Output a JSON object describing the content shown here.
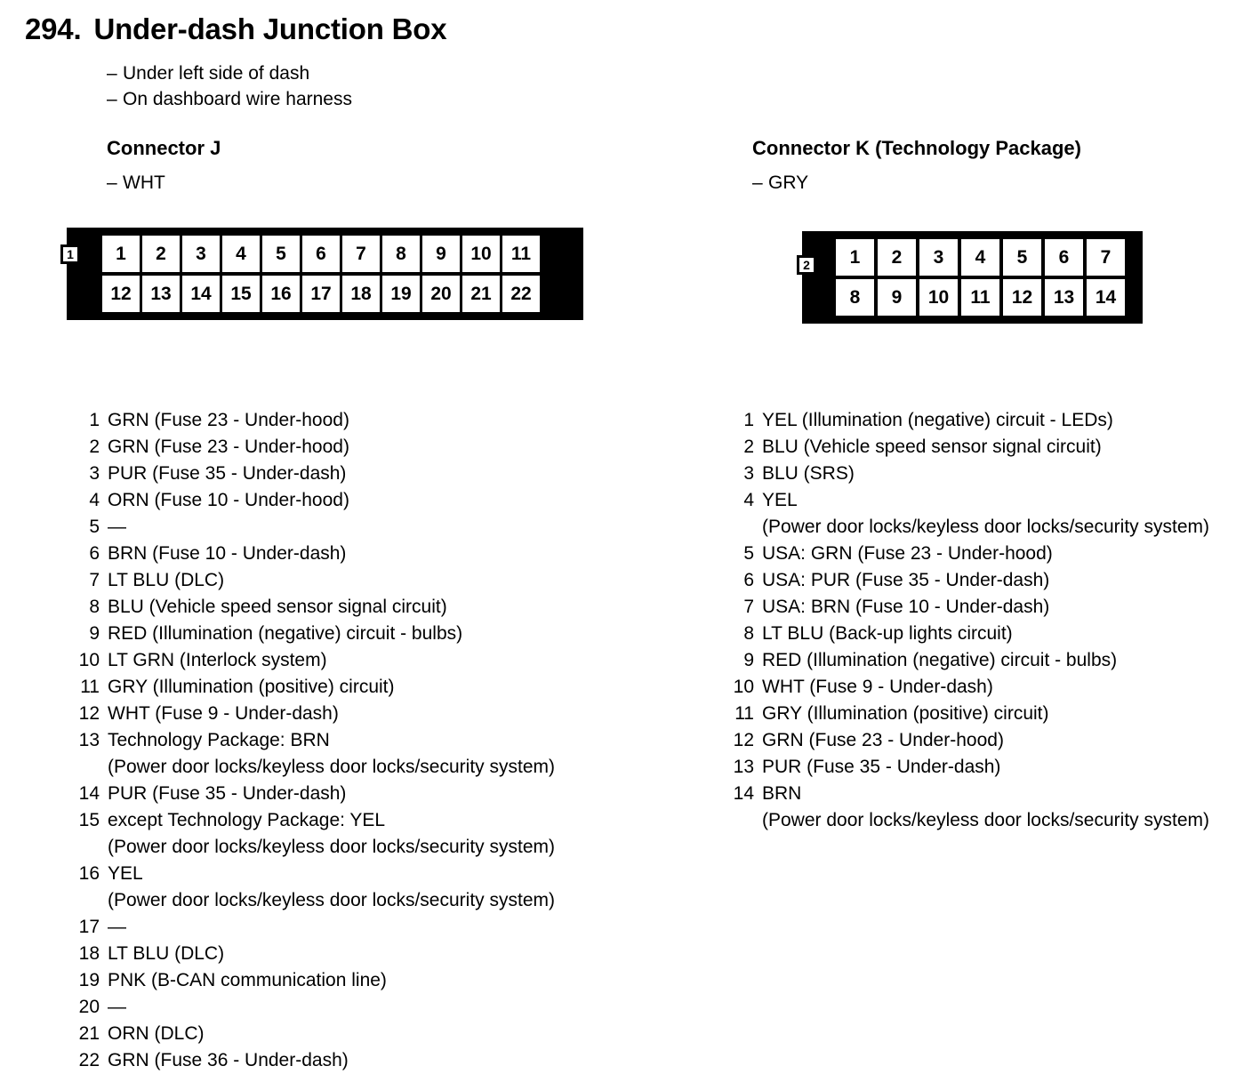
{
  "title": {
    "number": "294.",
    "text": "Under-dash Junction Box"
  },
  "locations": [
    "Under left side of dash",
    "On dashboard wire harness"
  ],
  "connectors": [
    {
      "id": "J",
      "heading": "Connector J",
      "color_code": "WHT",
      "marker": "1",
      "rows": [
        [
          "1",
          "2",
          "3",
          "4",
          "5",
          "6",
          "7",
          "8",
          "9",
          "10",
          "11"
        ],
        [
          "12",
          "13",
          "14",
          "15",
          "16",
          "17",
          "18",
          "19",
          "20",
          "21",
          "22"
        ]
      ],
      "pins": [
        {
          "num": "1",
          "main": "GRN (Fuse 23 - Under-hood)",
          "cont": ""
        },
        {
          "num": "2",
          "main": "GRN (Fuse 23 - Under-hood)",
          "cont": ""
        },
        {
          "num": "3",
          "main": "PUR (Fuse 35 - Under-dash)",
          "cont": ""
        },
        {
          "num": "4",
          "main": "ORN (Fuse 10 - Under-hood)",
          "cont": ""
        },
        {
          "num": "5",
          "main": "—",
          "cont": ""
        },
        {
          "num": "6",
          "main": "BRN (Fuse 10 - Under-dash)",
          "cont": ""
        },
        {
          "num": "7",
          "main": "LT BLU (DLC)",
          "cont": ""
        },
        {
          "num": "8",
          "main": "BLU (Vehicle speed sensor signal circuit)",
          "cont": ""
        },
        {
          "num": "9",
          "main": "RED (Illumination (negative) circuit - bulbs)",
          "cont": ""
        },
        {
          "num": "10",
          "main": "LT GRN (Interlock system)",
          "cont": ""
        },
        {
          "num": "11",
          "main": "GRY (Illumination (positive) circuit)",
          "cont": ""
        },
        {
          "num": "12",
          "main": "WHT (Fuse 9 - Under-dash)",
          "cont": ""
        },
        {
          "num": "13",
          "main": "Technology Package: BRN",
          "cont": "(Power door locks/keyless door locks/security system)"
        },
        {
          "num": "14",
          "main": "PUR (Fuse 35 - Under-dash)",
          "cont": ""
        },
        {
          "num": "15",
          "main": "except Technology Package: YEL",
          "cont": "(Power door locks/keyless door locks/security system)"
        },
        {
          "num": "16",
          "main": "YEL",
          "cont": "(Power door locks/keyless door locks/security system)"
        },
        {
          "num": "17",
          "main": "—",
          "cont": ""
        },
        {
          "num": "18",
          "main": "LT BLU (DLC)",
          "cont": ""
        },
        {
          "num": "19",
          "main": "PNK (B-CAN communication line)",
          "cont": ""
        },
        {
          "num": "20",
          "main": "—",
          "cont": ""
        },
        {
          "num": "21",
          "main": "ORN (DLC)",
          "cont": ""
        },
        {
          "num": "22",
          "main": "GRN (Fuse 36 - Under-dash)",
          "cont": ""
        }
      ]
    },
    {
      "id": "K",
      "heading": "Connector K (Technology Package)",
      "color_code": "GRY",
      "marker": "2",
      "rows": [
        [
          "1",
          "2",
          "3",
          "4",
          "5",
          "6",
          "7"
        ],
        [
          "8",
          "9",
          "10",
          "11",
          "12",
          "13",
          "14"
        ]
      ],
      "pins": [
        {
          "num": "1",
          "main": "YEL (Illumination (negative) circuit - LEDs)",
          "cont": ""
        },
        {
          "num": "2",
          "main": "BLU (Vehicle speed sensor signal circuit)",
          "cont": ""
        },
        {
          "num": "3",
          "main": "BLU (SRS)",
          "cont": ""
        },
        {
          "num": "4",
          "main": "YEL",
          "cont": "(Power door locks/keyless door locks/security system)"
        },
        {
          "num": "5",
          "main": "USA: GRN (Fuse 23 - Under-hood)",
          "cont": ""
        },
        {
          "num": "6",
          "main": "USA: PUR (Fuse 35 - Under-dash)",
          "cont": ""
        },
        {
          "num": "7",
          "main": "USA: BRN (Fuse 10 - Under-dash)",
          "cont": ""
        },
        {
          "num": "8",
          "main": "LT BLU (Back-up lights circuit)",
          "cont": ""
        },
        {
          "num": "9",
          "main": "RED (Illumination (negative) circuit - bulbs)",
          "cont": ""
        },
        {
          "num": "10",
          "main": "WHT (Fuse 9 - Under-dash)",
          "cont": ""
        },
        {
          "num": "11",
          "main": "GRY (Illumination (positive) circuit)",
          "cont": ""
        },
        {
          "num": "12",
          "main": "GRN (Fuse 23 - Under-hood)",
          "cont": ""
        },
        {
          "num": "13",
          "main": "PUR (Fuse 35 - Under-dash)",
          "cont": ""
        },
        {
          "num": "14",
          "main": "BRN",
          "cont": "(Power door locks/keyless door locks/security system)"
        }
      ]
    }
  ]
}
